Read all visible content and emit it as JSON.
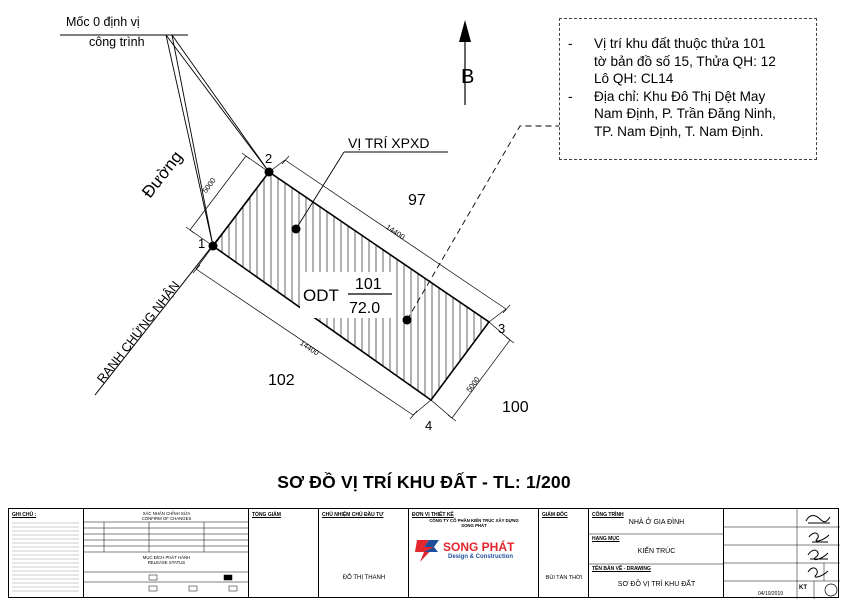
{
  "labels": {
    "reference_point_line1": "Mốc 0 định vị",
    "reference_point_line2": "công trình",
    "road": "Đường",
    "boundary": "RANH CHỨNG NHẬN",
    "site_position": "VỊ TRÍ XPXD",
    "north": "B",
    "land_class": "ODT",
    "parcel_number": "101",
    "area": "72.0",
    "neighbor_97": "97",
    "neighbor_102": "102",
    "neighbor_100": "100",
    "dim_5000_left": "5000",
    "dim_5000_right": "5000",
    "dim_14400_top": "14400",
    "dim_14400_bottom": "14400",
    "corner_1": "1",
    "corner_2": "2",
    "corner_3": "3",
    "corner_4": "4"
  },
  "info": {
    "dash": "-",
    "line1": "Vị trí khu đất thuộc thửa 101",
    "line2": "tờ bản đồ số 15, Thửa QH: 12",
    "line3": "Lô QH: CL14",
    "line4": "Địa chỉ: Khu Đô Thị Dệt May",
    "line5": "Nam Định, P. Trần Đăng Ninh,",
    "line6": "TP. Nam Định, T. Nam Định."
  },
  "title": "SƠ ĐỒ VỊ TRÍ KHU ĐẤT - TL: 1/200",
  "title_block": {
    "notes_header": "GHI CHÚ :",
    "confirm_header": "XÁC NHẬN CHỈNH SỬA",
    "confirm_sub": "CONFIRM OF CHANGES",
    "purpose_header": "MỤC ĐÍCH PHÁT HÀNH",
    "purpose_sub": "RELEASE STATUS",
    "general_manager": "TỔNG GIÁM",
    "project_manager": "CHỦ NHIỆM CHỦ ĐẦU TƯ",
    "consultant": "ĐƠN VỊ THIẾT KẾ",
    "director": "GIÁM ĐỐC",
    "company_line1": "CÔNG TY CỔ PHẦN KIẾN TRÚC XÂY DỰNG",
    "company_line2": "SONG PHÁT",
    "logo_name": "SONG PHÁT",
    "logo_tagline": "Design & Construction",
    "designer_name": "ĐỖ THỊ THANH",
    "director_name": "BÙI TÂN THỜI",
    "project_header": "CÔNG TRÌNH",
    "project_name": "NHÀ Ở GIA ĐÌNH",
    "category_header": "HẠNG MỤC",
    "category_name": "KIẾN TRÚC",
    "drawing_header": "TÊN BẢN VẼ - DRAWING",
    "drawing_name": "SƠ ĐỒ VỊ TRÍ KHU ĐẤT",
    "sheet_code": "KT",
    "date": "04/10/2019"
  }
}
